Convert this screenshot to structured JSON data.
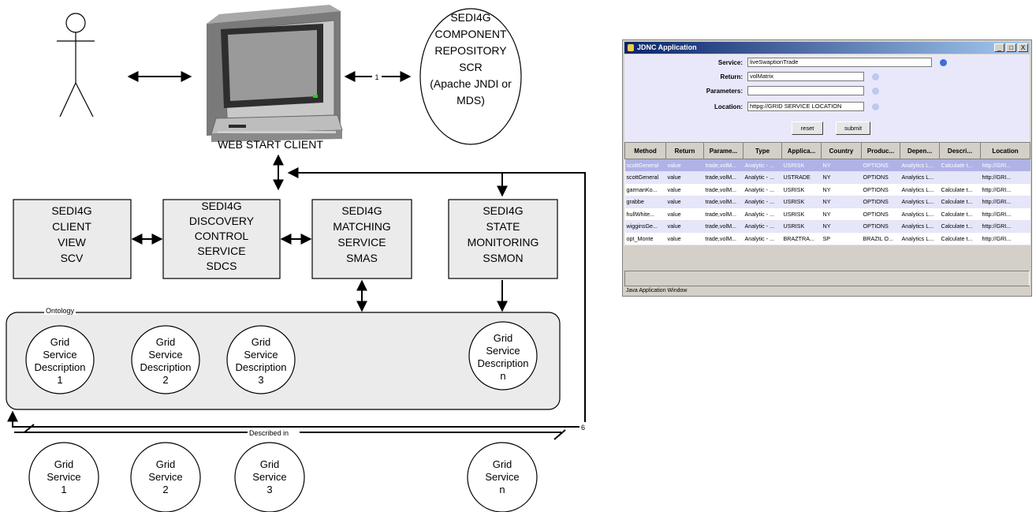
{
  "person": {
    "label": ""
  },
  "web_client": {
    "label": "WEB START CLIENT"
  },
  "scr": {
    "lines": [
      "SEDI4G",
      "COMPONENT",
      "REPOSITORY",
      "SCR",
      "(Apache JNDI or",
      "MDS)"
    ]
  },
  "arrow_label_1": "1",
  "arrow_label_6": "6",
  "scv": {
    "lines": [
      "SEDI4G",
      "CLIENT",
      "VIEW",
      "SCV"
    ]
  },
  "sdcs": {
    "lines": [
      "SEDI4G",
      "DISCOVERY",
      "CONTROL",
      "SERVICE",
      "SDCS"
    ]
  },
  "smas": {
    "lines": [
      "SEDI4G",
      "MATCHING",
      "SERVICE",
      "SMAS"
    ]
  },
  "ssmon": {
    "lines": [
      "SEDI4G",
      "STATE",
      "MONITORING",
      "SSMON"
    ]
  },
  "ontology": {
    "label": "Ontology",
    "descriptions": [
      {
        "lines": [
          "Grid",
          "Service",
          "Description",
          "1"
        ]
      },
      {
        "lines": [
          "Grid",
          "Service",
          "Description",
          "2"
        ]
      },
      {
        "lines": [
          "Grid",
          "Service",
          "Description",
          "3"
        ]
      },
      {
        "lines": [
          "Grid",
          "Service",
          "Description",
          "n"
        ]
      }
    ]
  },
  "described_in": "Described in",
  "grid_services": [
    {
      "lines": [
        "Grid",
        "Service",
        "1"
      ]
    },
    {
      "lines": [
        "Grid",
        "Service",
        "2"
      ]
    },
    {
      "lines": [
        "Grid",
        "Service",
        "3"
      ]
    },
    {
      "lines": [
        "Grid",
        "Service",
        "n"
      ]
    }
  ],
  "app": {
    "title": "JDNC Application",
    "controls": [
      "_",
      "□",
      "X"
    ],
    "form": {
      "service_label": "Service:",
      "service_value": "liveSwaptionTrade",
      "return_label": "Return:",
      "return_value": "volMatrix",
      "parameters_label": "Parameters:",
      "parameters_value": "",
      "location_label": "Location:",
      "location_value": "httpg://GRID SERVICE LOCATION",
      "reset_label": "reset",
      "submit_label": "submit"
    },
    "table": {
      "columns": [
        "Method",
        "Return",
        "Parame...",
        "Type",
        "Applica...",
        "Country",
        "Produc...",
        "Depen...",
        "Descri...",
        "Location"
      ],
      "rows": [
        [
          "scottGeneral",
          "value",
          "trade,volM...",
          "Analytic - ...",
          "USRISK",
          "NY",
          "OPTIONS",
          "Analytics L...",
          "Calculate t...",
          "http://GRI..."
        ],
        [
          "scottGeneral",
          "value",
          "trade,volM...",
          "Analytic - ...",
          "USTRADE",
          "NY",
          "OPTIONS",
          "Analytics L...",
          "",
          "http://GRI..."
        ],
        [
          "garmanKo...",
          "value",
          "trade,volM...",
          "Analytic - ...",
          "USRISK",
          "NY",
          "OPTIONS",
          "Analytics L...",
          "Calculate t...",
          "http://GRI..."
        ],
        [
          "grabbe",
          "value",
          "trade,volM...",
          "Analytic - ...",
          "USRISK",
          "NY",
          "OPTIONS",
          "Analytics L...",
          "Calculate t...",
          "http://GRI..."
        ],
        [
          "hullWhite...",
          "value",
          "trade,volM...",
          "Analytic - ...",
          "USRISK",
          "NY",
          "OPTIONS",
          "Analytics L...",
          "Calculate t...",
          "http://GRI..."
        ],
        [
          "wigginsGe...",
          "value",
          "trade,volM...",
          "Analytic - ...",
          "USRISK",
          "NY",
          "OPTIONS",
          "Analytics L...",
          "Calculate t...",
          "http://GRI..."
        ],
        [
          "opt_Monte",
          "value",
          "trade,volM...",
          "Analytic - ...",
          "BRAZTRA...",
          "SP",
          "BRAZIL O...",
          "Analytics L...",
          "Calculate t...",
          "http://GRI..."
        ]
      ]
    },
    "footer": "Java Application Window"
  }
}
